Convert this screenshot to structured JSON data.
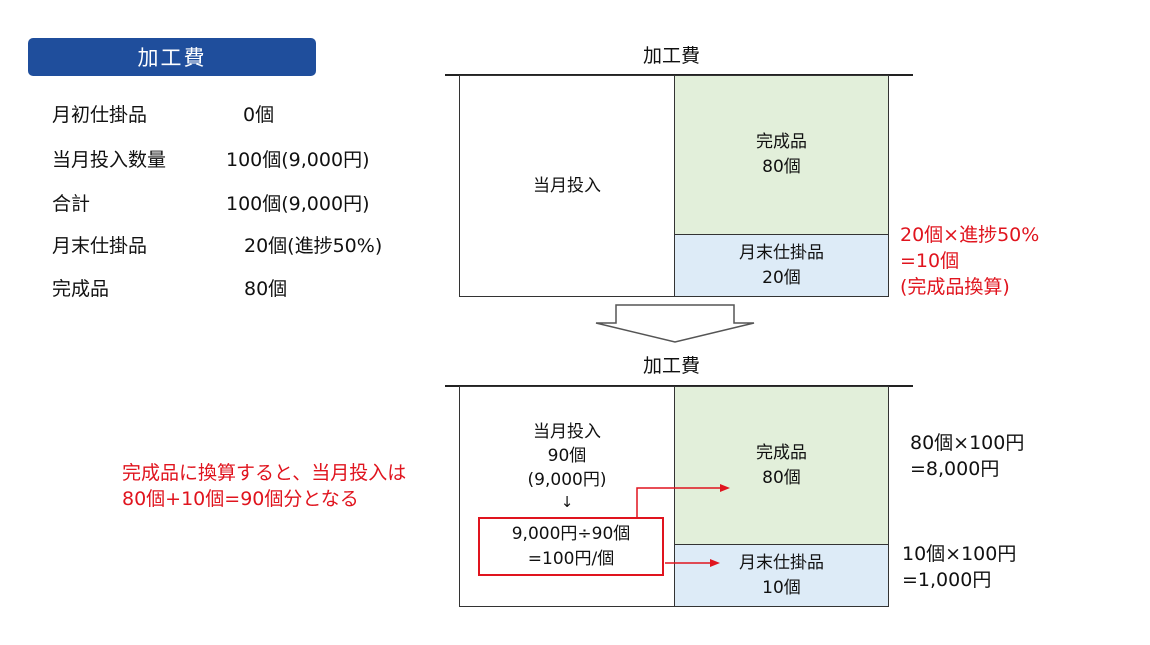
{
  "badge": {
    "label": "加工費"
  },
  "info": [
    {
      "label": "月初仕掛品",
      "value": "0個"
    },
    {
      "label": "当月投入数量",
      "value": "100個(9,000円)"
    },
    {
      "label": "合計",
      "value": "100個(9,000円)"
    },
    {
      "label": "月末仕掛品",
      "value": "20個(進捗50%)"
    },
    {
      "label": "完成品",
      "value": "80個"
    }
  ],
  "top_diagram": {
    "title": "加工費",
    "input_label": "当月投入",
    "completed_label": "完成品",
    "completed_qty": "80個",
    "wip_label": "月末仕掛品",
    "wip_qty": "20個",
    "note_lines": [
      "20個×進捗50%",
      "=10個",
      "(完成品換算)"
    ]
  },
  "bottom_diagram": {
    "title": "加工費",
    "input_lines": [
      "当月投入",
      "90個",
      "(9,000円)"
    ],
    "down_arrow": "↓",
    "formula_lines": [
      "9,000円÷90個",
      "=100円/個"
    ],
    "completed_label": "完成品",
    "completed_qty": "80個",
    "wip_label": "月末仕掛品",
    "wip_qty": "10個",
    "completed_calc": [
      "80個×100円",
      "=8,000円"
    ],
    "wip_calc": [
      "10個×100円",
      "=1,000円"
    ],
    "left_note": [
      "完成品に換算すると、当月投入は",
      "80個+10個=90個分となる"
    ]
  },
  "colors": {
    "badge_bg": "#1f4e9c",
    "completed_fill": "#e2efda",
    "wip_fill": "#ddebf7",
    "accent_red": "#e0141e"
  }
}
